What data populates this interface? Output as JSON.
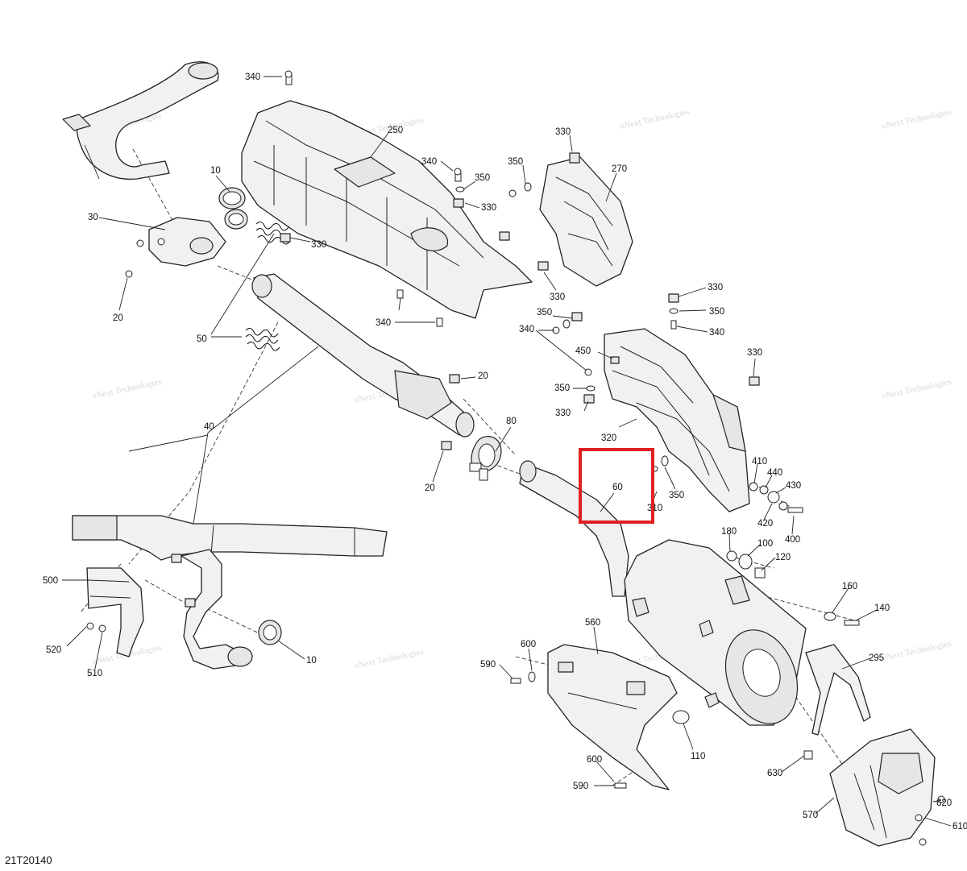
{
  "diagram": {
    "figure_id": "21T20140",
    "watermark_line1": "vNext Technologies",
    "watermark_line2": "vNext\nTechnologies",
    "highlight_color": "#e02020",
    "callouts": {
      "c340a": "340",
      "c250": "250",
      "c330a": "330",
      "c340b": "340",
      "c350a": "350",
      "c330b": "330",
      "c350b": "350",
      "c270": "270",
      "c10a": "10",
      "c30": "30",
      "c330c": "330",
      "c20a": "20",
      "c50": "50",
      "c340c": "340",
      "c330d": "330",
      "c330e": "330",
      "c350c": "350",
      "c340d": "340",
      "c350d": "350",
      "c340e": "340",
      "c450": "450",
      "c330f": "330",
      "c350e": "350",
      "c330g": "330",
      "c20b": "20",
      "c80": "80",
      "c320": "320",
      "c20c": "20",
      "c40": "40",
      "c60": "60",
      "c310": "310",
      "c350f": "350",
      "c410": "410",
      "c440": "440",
      "c430": "430",
      "c420": "420",
      "c400": "400",
      "c180": "180",
      "c100": "100",
      "c120": "120",
      "c160": "160",
      "c140": "140",
      "c500": "500",
      "c520": "520",
      "c510": "510",
      "c10b": "10",
      "c600a": "600",
      "c590a": "590",
      "c560": "560",
      "c295": "295",
      "c110": "110",
      "c600b": "600",
      "c590b": "590",
      "c630": "630",
      "c620": "620",
      "c570": "570",
      "c610": "610"
    }
  }
}
